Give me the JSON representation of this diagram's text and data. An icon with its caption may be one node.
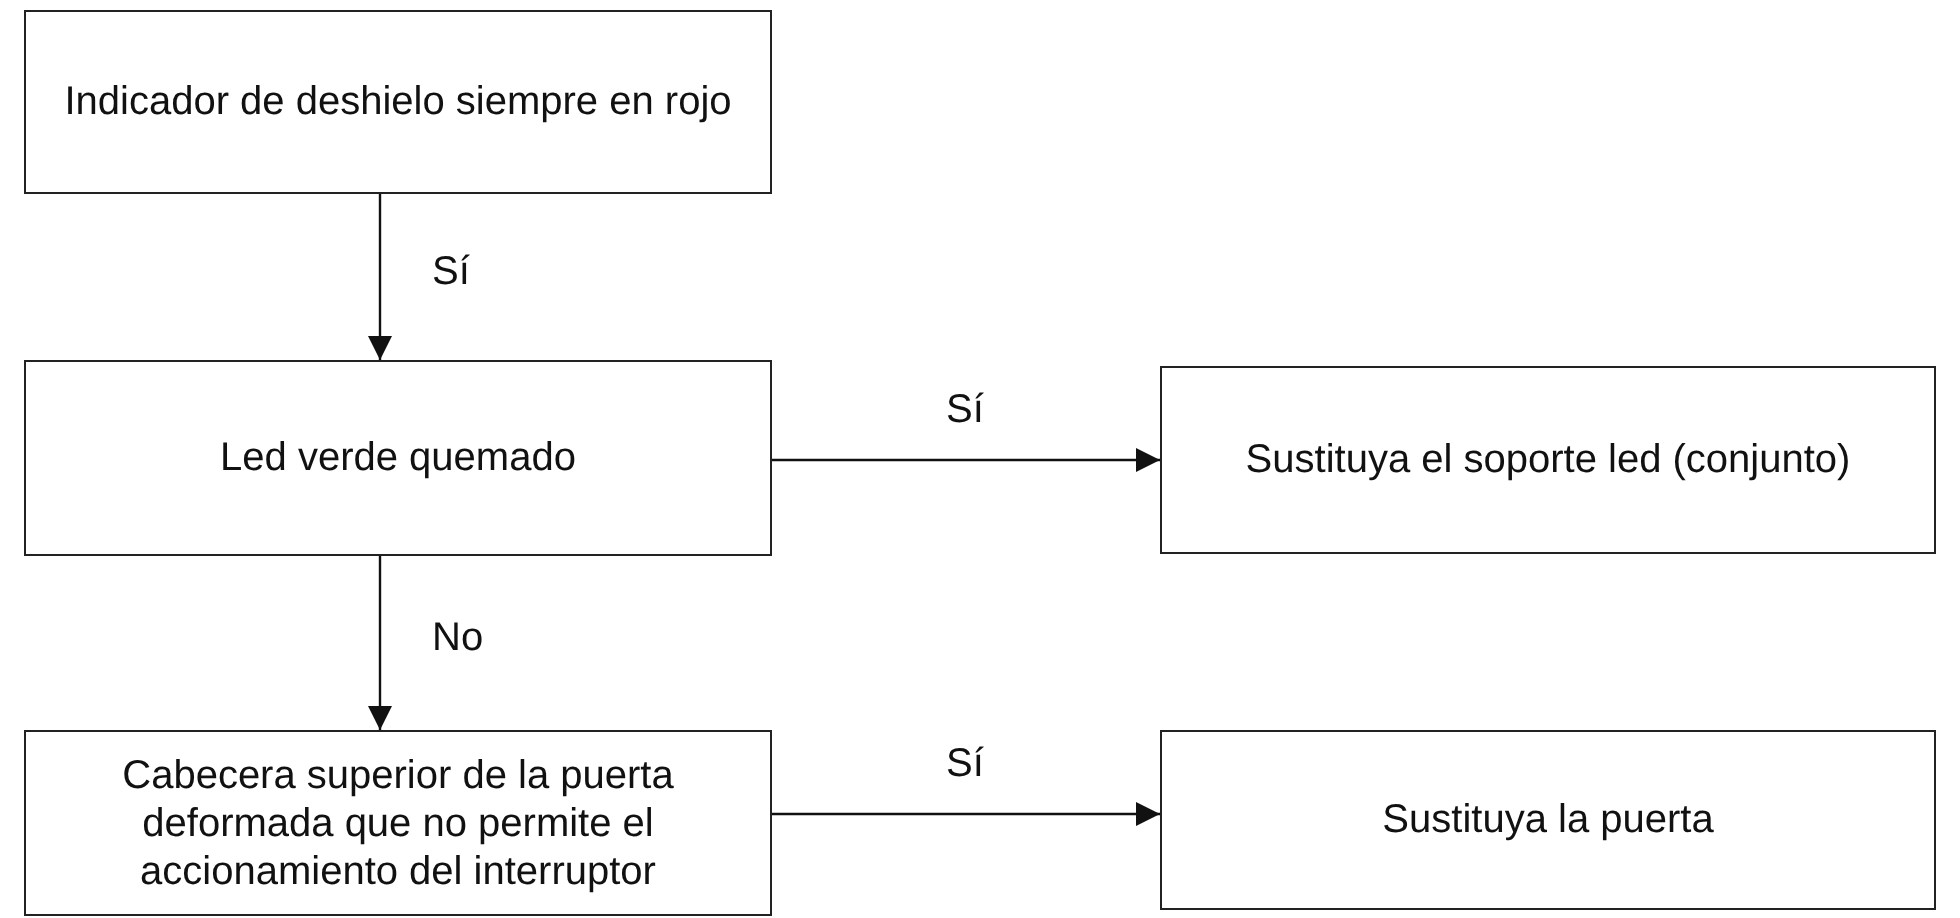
{
  "diagram": {
    "nodes": [
      {
        "text": [
          "Indicador de deshielo siempre en rojo"
        ]
      },
      {
        "text": [
          "Led verde quemado"
        ]
      },
      {
        "text": [
          "Sustituya el soporte led (conjunto)"
        ]
      },
      {
        "text": [
          "Cabecera superior de la puerta deformada que no permite el accionamiento del interruptor"
        ]
      },
      {
        "text": [
          "Sustituya la puerta"
        ]
      }
    ],
    "edges": [
      {
        "from": 0,
        "to": 1,
        "arrow": "to",
        "label": "Sí"
      },
      {
        "from": 1,
        "to": 2,
        "arrow": "to",
        "label": "Sí"
      },
      {
        "from": 1,
        "to": 3,
        "arrow": "to",
        "label": "No"
      },
      {
        "from": 3,
        "to": 4,
        "arrow": "to",
        "label": "Sí"
      }
    ]
  }
}
